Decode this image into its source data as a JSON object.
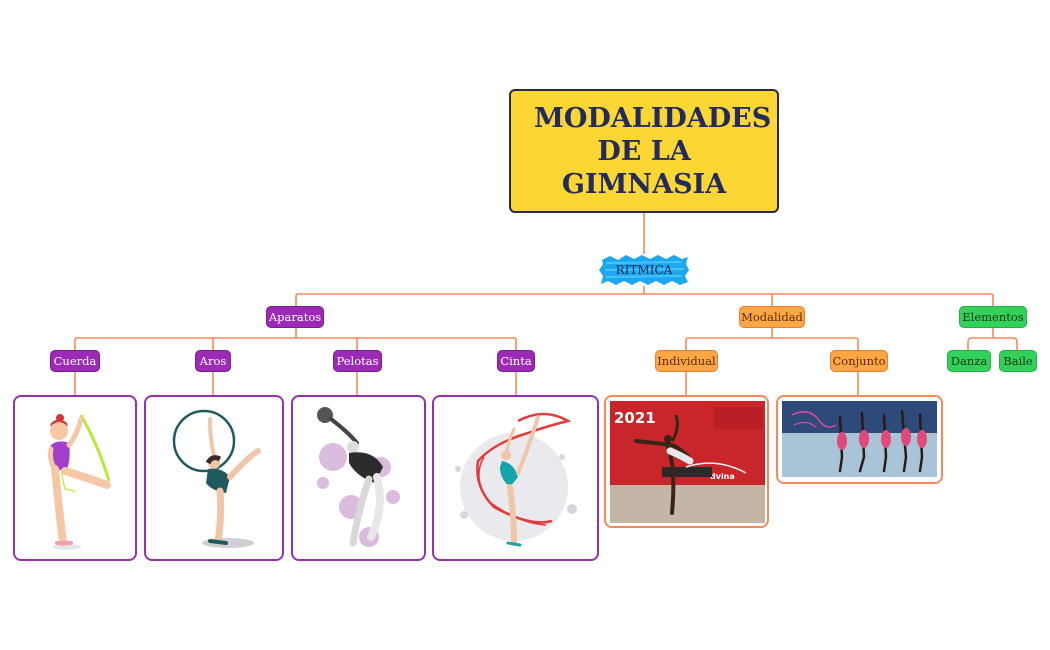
{
  "title": "MODALIDADES DE LA GIMNASIA",
  "root": {
    "label": "RITMICA"
  },
  "branches": {
    "aparatos": {
      "label": "Aparatos",
      "children": [
        "Cuerda",
        "Aros",
        "Pelotas",
        "Cinta"
      ]
    },
    "modalidad": {
      "label": "Modalidad",
      "children": [
        "Individual",
        "Conjunto"
      ]
    },
    "elementos": {
      "label": "Elementos",
      "children": [
        "Danza",
        "Baile"
      ]
    }
  },
  "photos": {
    "individual": {
      "banner_year": "2021",
      "banner_text": "dvina"
    }
  },
  "colors": {
    "title_bg": "#fcd733",
    "root_bg": "#1ba8f0",
    "aparatos": "#9b2bb5",
    "modalidad": "#fda646",
    "elementos": "#33d15a",
    "connector": "#f58a58"
  }
}
